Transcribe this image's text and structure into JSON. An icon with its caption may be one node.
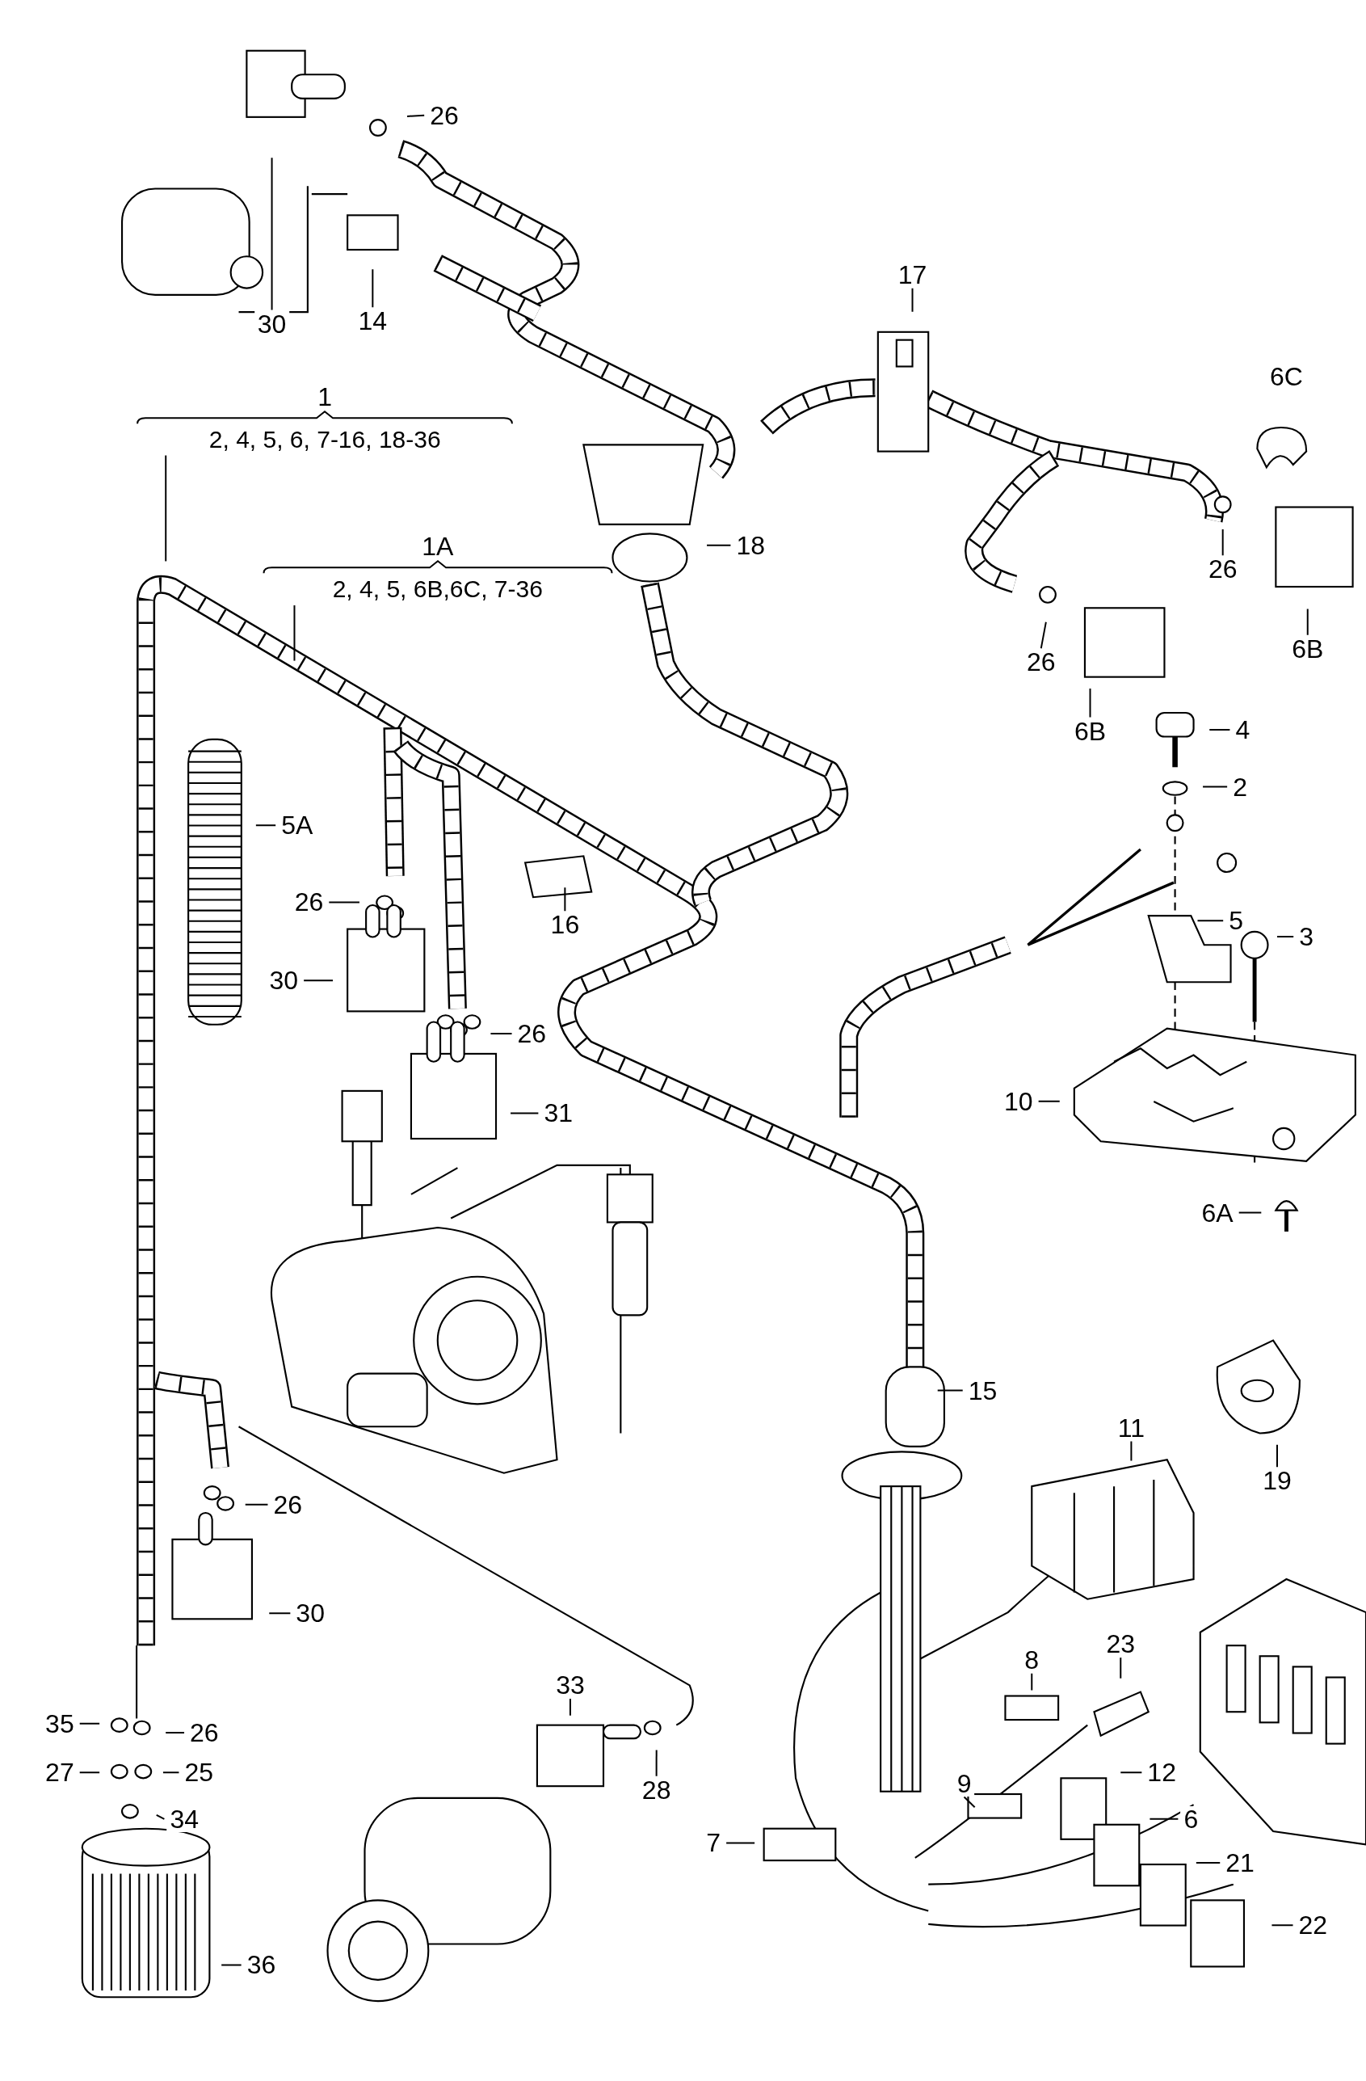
{
  "diagram": {
    "nodes": [
      {
        "text": [
          "26"
        ]
      },
      {
        "text": [
          "30"
        ]
      },
      {
        "text": [
          "14"
        ]
      },
      {
        "text": [
          "17"
        ]
      },
      {
        "text": [
          "6C"
        ]
      },
      {
        "text": [
          "1",
          "2, 4, 5, 6, 7-16, 18-36"
        ]
      },
      {
        "text": [
          "18"
        ]
      },
      {
        "text": [
          "1A",
          "2, 4, 5, 6B,6C, 7-36"
        ]
      },
      {
        "text": [
          "26"
        ]
      },
      {
        "text": [
          "6B"
        ]
      },
      {
        "text": [
          "26"
        ]
      },
      {
        "text": [
          "6B"
        ]
      },
      {
        "text": [
          "4"
        ]
      },
      {
        "text": [
          "2"
        ]
      },
      {
        "text": [
          "5A"
        ]
      },
      {
        "text": [
          "26"
        ]
      },
      {
        "text": [
          "16"
        ]
      },
      {
        "text": [
          "5"
        ]
      },
      {
        "text": [
          "3"
        ]
      },
      {
        "text": [
          "30"
        ]
      },
      {
        "text": [
          "26"
        ]
      },
      {
        "text": [
          "10"
        ]
      },
      {
        "text": [
          "31"
        ]
      },
      {
        "text": [
          "6A"
        ]
      },
      {
        "text": [
          "15"
        ]
      },
      {
        "text": [
          "11"
        ]
      },
      {
        "text": [
          "19"
        ]
      },
      {
        "text": [
          "26"
        ]
      },
      {
        "text": [
          "30"
        ]
      },
      {
        "text": [
          "23"
        ]
      },
      {
        "text": [
          "8"
        ]
      },
      {
        "text": [
          "33"
        ]
      },
      {
        "text": [
          "35"
        ]
      },
      {
        "text": [
          "26"
        ]
      },
      {
        "text": [
          "27"
        ]
      },
      {
        "text": [
          "25"
        ]
      },
      {
        "text": [
          "9"
        ]
      },
      {
        "text": [
          "12"
        ]
      },
      {
        "text": [
          "28"
        ]
      },
      {
        "text": [
          "34"
        ]
      },
      {
        "text": [
          "6"
        ]
      },
      {
        "text": [
          "7"
        ]
      },
      {
        "text": [
          "21"
        ]
      },
      {
        "text": [
          "22"
        ]
      },
      {
        "text": [
          "36"
        ]
      }
    ],
    "edges": [
      {
        "from": 0,
        "to": null,
        "arrow": "none"
      },
      {
        "from": 1,
        "to": null,
        "arrow": "none"
      },
      {
        "from": 2,
        "to": null,
        "arrow": "none"
      },
      {
        "from": 3,
        "to": null,
        "arrow": "none"
      },
      {
        "from": 5,
        "to": null,
        "arrow": "none"
      },
      {
        "from": 6,
        "to": null,
        "arrow": "none"
      },
      {
        "from": 7,
        "to": null,
        "arrow": "none"
      },
      {
        "from": 8,
        "to": null,
        "arrow": "none"
      },
      {
        "from": 9,
        "to": null,
        "arrow": "none"
      },
      {
        "from": 10,
        "to": null,
        "arrow": "none"
      },
      {
        "from": 11,
        "to": null,
        "arrow": "none"
      },
      {
        "from": 12,
        "to": null,
        "arrow": "none"
      },
      {
        "from": 13,
        "to": null,
        "arrow": "none"
      },
      {
        "from": 14,
        "to": null,
        "arrow": "none"
      },
      {
        "from": 15,
        "to": null,
        "arrow": "none"
      },
      {
        "from": 16,
        "to": null,
        "arrow": "none"
      },
      {
        "from": 17,
        "to": null,
        "arrow": "none"
      },
      {
        "from": 18,
        "to": null,
        "arrow": "none"
      },
      {
        "from": 19,
        "to": null,
        "arrow": "none"
      },
      {
        "from": 20,
        "to": null,
        "arrow": "none"
      },
      {
        "from": 21,
        "to": null,
        "arrow": "none"
      },
      {
        "from": 22,
        "to": null,
        "arrow": "none"
      },
      {
        "from": 23,
        "to": null,
        "arrow": "none"
      },
      {
        "from": 24,
        "to": null,
        "arrow": "none"
      },
      {
        "from": 25,
        "to": null,
        "arrow": "none"
      },
      {
        "from": 26,
        "to": null,
        "arrow": "none"
      },
      {
        "from": 27,
        "to": null,
        "arrow": "none"
      },
      {
        "from": 28,
        "to": null,
        "arrow": "none"
      },
      {
        "from": 29,
        "to": null,
        "arrow": "none"
      },
      {
        "from": 30,
        "to": null,
        "arrow": "none"
      },
      {
        "from": 31,
        "to": null,
        "arrow": "none"
      },
      {
        "from": 32,
        "to": null,
        "arrow": "none"
      },
      {
        "from": 33,
        "to": null,
        "arrow": "none"
      },
      {
        "from": 34,
        "to": null,
        "arrow": "none"
      },
      {
        "from": 35,
        "to": null,
        "arrow": "none"
      },
      {
        "from": 36,
        "to": null,
        "arrow": "none"
      },
      {
        "from": 37,
        "to": null,
        "arrow": "none"
      },
      {
        "from": 38,
        "to": null,
        "arrow": "none"
      },
      {
        "from": 39,
        "to": null,
        "arrow": "none"
      },
      {
        "from": 40,
        "to": null,
        "arrow": "none"
      },
      {
        "from": 41,
        "to": null,
        "arrow": "none"
      },
      {
        "from": 42,
        "to": null,
        "arrow": "none"
      },
      {
        "from": 43,
        "to": null,
        "arrow": "none"
      },
      {
        "from": 44,
        "to": null,
        "arrow": "none"
      }
    ]
  }
}
